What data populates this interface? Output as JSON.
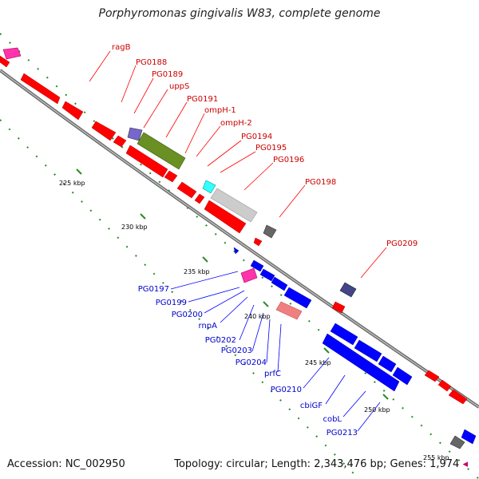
{
  "title": "Porphyromonas gingivalis W83, complete genome",
  "footer": {
    "accession": "Accession: NC_002950",
    "summary": "Topology: circular; Length: 2,343,476 bp; Genes: 1,974"
  },
  "colors": {
    "forward": "#ff0000",
    "reverse": "#0000ff",
    "backbone": "#888888",
    "ticks": "#228822"
  },
  "scale_labels": [
    "225 kbp",
    "230 kbp",
    "235 kbp",
    "240 kbp",
    "245 kbp",
    "250 kbp",
    "255 kbp"
  ],
  "forward_labels": [
    "ragB",
    "PG0188",
    "PG0189",
    "uppS",
    "PG0191",
    "ompH-1",
    "ompH-2",
    "PG0194",
    "PG0195",
    "PG0196",
    "PG0198",
    "PG0209"
  ],
  "reverse_labels": [
    "PG0197",
    "PG0199",
    "PG0200",
    "rnpA",
    "PG0202",
    "PG0203",
    "PG0204",
    "prfC",
    "PG0210",
    "cbiGF",
    "cobL",
    "PG0213"
  ]
}
